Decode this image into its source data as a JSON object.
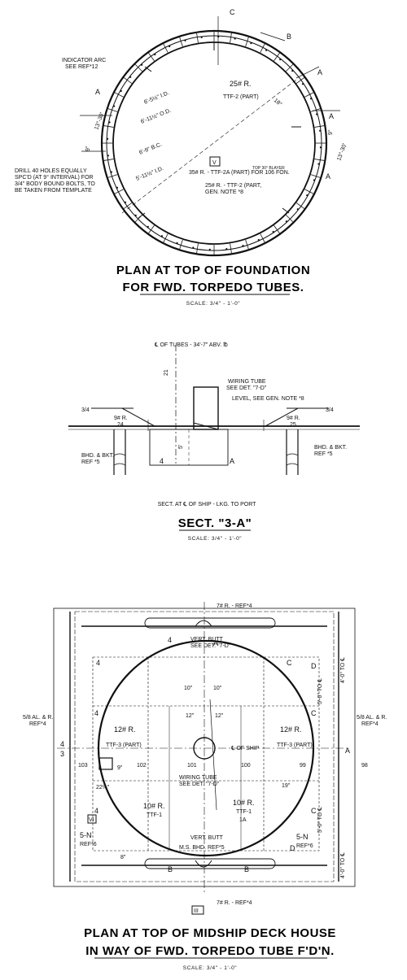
{
  "plan1": {
    "section_marks": [
      "C",
      "B",
      "A",
      "A",
      "A",
      "A"
    ],
    "notes": {
      "indicator_arc": "INDICATOR ARC",
      "see_ref12": "SEE REF*12",
      "drill1": "DRILL 40 HOLES EQUALLY",
      "drill2": "SPC'D (AT 9° INTERVAL) FOR",
      "drill3": "3/4\" BODY BOUND BOLTS, TO",
      "drill4": "BE TAKEN FROM TEMPLATE",
      "d1": "6'-5½\" I.D.",
      "d2": "6'-11½\" O.D.",
      "d3": "6'-9\" B.C.",
      "d4": "5'-11½\" I.D.",
      "pl_top": "25# R.",
      "pl_top_sub": "TTF-2 (PART)",
      "pl_mid": "35# R. - TTF-2A (PART) FOR 106 FON.",
      "pl_mid_sub": "TOP 30° BLAYER",
      "pl_low": "25# R. - TTF-2 (PART,",
      "gen_note": "GEN. NOTE *8",
      "box": "V",
      "ang1": "18°",
      "ang2": "9°",
      "ang3": "13°-30'",
      "ang4": "9°",
      "ang5": "13°-30'"
    },
    "title1": "PLAN AT TOP OF FOUNDATION",
    "title2": "FOR FWD. TORPEDO TUBES.",
    "scale": "SCALE: 3/4\" - 1'-0\""
  },
  "section": {
    "cl_tubes": "℄ OF TUBES - 34'-7\" ABV. ℔",
    "wiring1": "WIRING TUBE",
    "wiring2": "SEE DET. \"7-D\"",
    "level": "LEVEL, SEE GEN. NOTE *8",
    "left_angle": "3/4",
    "right_angle": "3/4",
    "left_pl": "9# R.",
    "right_pl": "9# R.",
    "left_dim": "24",
    "right_dim": "25",
    "bhd_l1": "BHD. & BKT.",
    "bhd_l2": "REF *5",
    "bhd_r1": "BHD. & BKT.",
    "bhd_r2": "REF *5",
    "mark4": "4",
    "markA": "A",
    "dim_v": "5'",
    "dim_21": "21",
    "caption": "SECT. AT ℄ OF SHIP - LKG. TO PORT",
    "title": "SECT. \"3-A\"",
    "scale": "SCALE: 3/4\" - 1'-0\""
  },
  "plan2": {
    "top_ref": "7# R. - REF*4",
    "bot_ref": "7# R. - REF*4",
    "left_ref1": "5/8 AL. & R.",
    "left_ref2": "REF*4",
    "right_ref1": "5/8 AL. & R.",
    "right_ref2": "REF*4",
    "vert_butt": "VERT. BUTT",
    "sec_det": "SEE DET. \"7-D\"",
    "wiring1": "WIRING TUBE",
    "wiring2": "SEE DET. \"7-D\"",
    "cl_ship": "℄ OF SHIP",
    "pl_left": "12# R.",
    "pl_left_sub": "TTF-3 (PART)",
    "pl_right": "12# R.",
    "pl_right_sub": "TTF-3 (PART)",
    "pl_bl": "10# R.",
    "pl_bl_sub": "TTF-1",
    "pl_br": "10# R.",
    "pl_br_sub": "TTF-1",
    "pl_br_sub2": "1A",
    "ms_bhd": "M.S. BHD. REF*5",
    "sn_l": "5-N",
    "sn_l2": "REF*6",
    "sn_r": "5-N",
    "sn_r2": "REF*6",
    "box": "VI",
    "dim_10a": "10\"",
    "dim_10b": "10\"",
    "dim_12a": "12\"",
    "dim_12b": "12\"",
    "dim_19": "19\"",
    "dim_22": "22½\"",
    "dim_9": "9\"",
    "dim_8": "8\"",
    "n102": "102",
    "n101": "101",
    "n100": "100",
    "n99": "99",
    "n98": "98",
    "n103": "103",
    "side_dim_r1": "4'-0\" TO ℄",
    "side_dim_r2": "5'-0\" TO ℄",
    "side_dim_r3": "5'-0\" TO ℄",
    "side_dim_r4": "4'-0\" TO ℄",
    "marks": [
      "4",
      "4",
      "4",
      "4",
      "C",
      "C",
      "C",
      "D",
      "D",
      "B",
      "B",
      "A",
      "A",
      "3",
      "4"
    ],
    "bottom_mark": "III",
    "title1": "PLAN AT TOP OF MIDSHIP DECK HOUSE",
    "title2": "IN WAY OF FWD. TORPEDO TUBE F'D'N.",
    "scale": "SCALE: 3/4\" - 1'-0\""
  }
}
